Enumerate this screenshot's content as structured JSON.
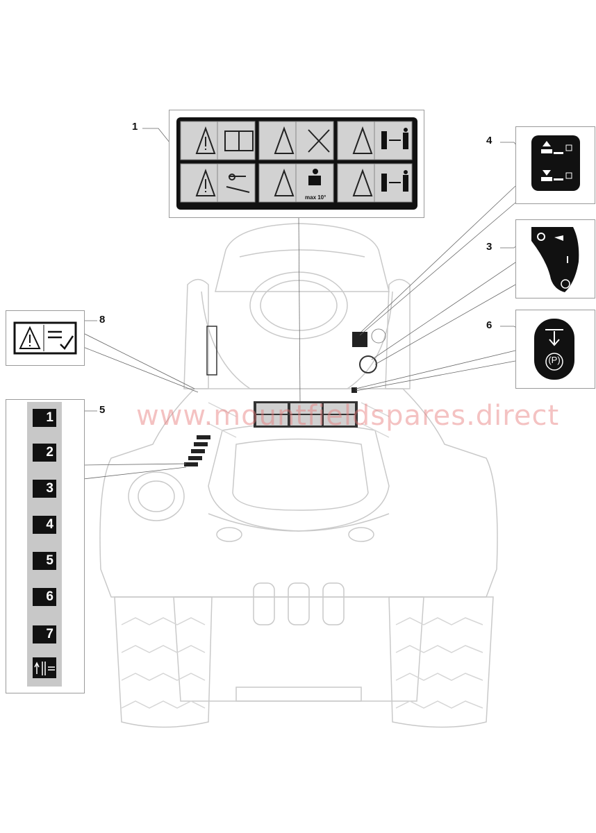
{
  "watermark": "www.mountfieldspares.direct",
  "callouts": [
    {
      "number": "1",
      "part": "safety-warning-decal"
    },
    {
      "number": "3",
      "part": "throttle-decal"
    },
    {
      "number": "4",
      "part": "deck-lift-decal"
    },
    {
      "number": "5",
      "part": "cutting-height-decal"
    },
    {
      "number": "6",
      "part": "parking-brake-decal"
    },
    {
      "number": "8",
      "part": "warning-check-decal"
    }
  ],
  "decal1": {
    "slope_text": "max 10°"
  },
  "decal5": {
    "steps": [
      "1",
      "2",
      "3",
      "4",
      "5",
      "6",
      "7"
    ]
  },
  "decal6": {
    "brake_symbol": "(P)"
  },
  "decal3": {
    "marks": [
      "O",
      "I"
    ]
  },
  "colors": {
    "outline": "#c8c8c8",
    "decal": "#111111",
    "panel": "#d2d2d2",
    "watermark": "#e07878"
  }
}
